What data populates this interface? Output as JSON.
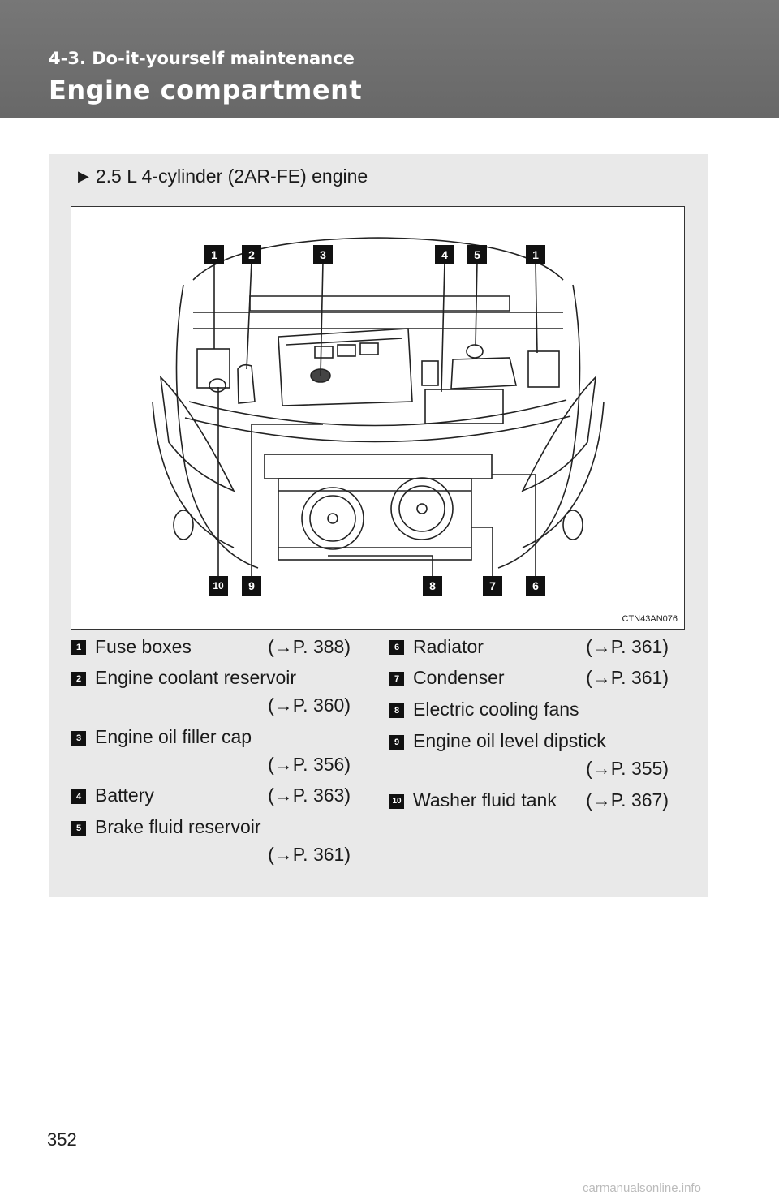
{
  "header": {
    "section": "4-3. Do-it-yourself maintenance",
    "title": "Engine compartment"
  },
  "engine_heading": "2.5 L 4-cylinder (2AR-FE) engine",
  "figure": {
    "code": "CTN43AN076",
    "callouts_top": [
      "1",
      "2",
      "3",
      "4",
      "5",
      "1"
    ],
    "callouts_bottom": [
      "10",
      "9",
      "8",
      "7",
      "6"
    ]
  },
  "legend": {
    "left": [
      {
        "num": "1",
        "label": "Fuse boxes",
        "ref": "(→P. 388)"
      },
      {
        "num": "2",
        "label": "Engine coolant reservoir",
        "ref": "(→P. 360)"
      },
      {
        "num": "3",
        "label": "Engine oil filler cap",
        "ref": "(→P. 356)"
      },
      {
        "num": "4",
        "label": "Battery",
        "ref": "(→P. 363)"
      },
      {
        "num": "5",
        "label": "Brake fluid reservoir",
        "ref": "(→P. 361)"
      }
    ],
    "right": [
      {
        "num": "6",
        "label": "Radiator",
        "ref": "(→P. 361)"
      },
      {
        "num": "7",
        "label": "Condenser",
        "ref": "(→P. 361)"
      },
      {
        "num": "8",
        "label": "Electric cooling fans",
        "ref": ""
      },
      {
        "num": "9",
        "label": "Engine oil level dipstick",
        "ref": "(→P. 355)"
      },
      {
        "num": "10",
        "label": "Washer fluid tank",
        "ref": "(→P. 367)"
      }
    ]
  },
  "page_number": "352",
  "footer": "carmanualsonline.info"
}
